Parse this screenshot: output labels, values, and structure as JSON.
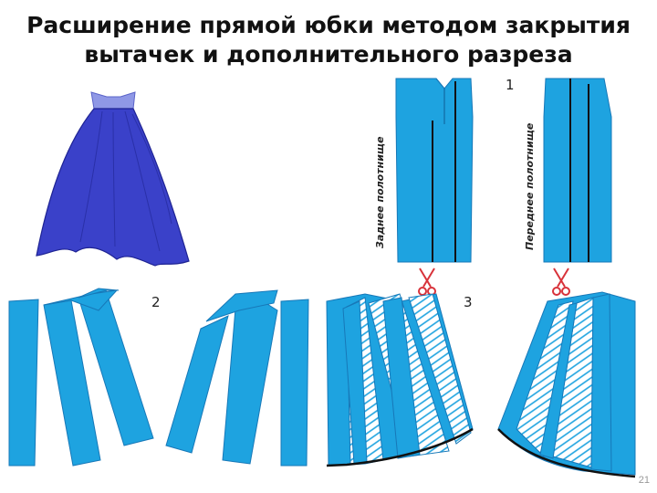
{
  "slide": {
    "title_line1": "Расширение прямой юбки методом закрытия",
    "title_line2": "вытачек и дополнительного разреза",
    "page_number": "21"
  },
  "steps": {
    "step1": "1",
    "step2": "2",
    "step3": "3"
  },
  "panels": {
    "back": "Заднее полотнище",
    "front": "Переднее полотнище"
  },
  "colors": {
    "pattern_blue": "#1ea3e0",
    "pattern_outline": "#1778b8",
    "skirt_blue": "#3a41c9",
    "waistband": "#8f98e6",
    "hem_line": "#111111",
    "scissors": "#d8323a"
  }
}
